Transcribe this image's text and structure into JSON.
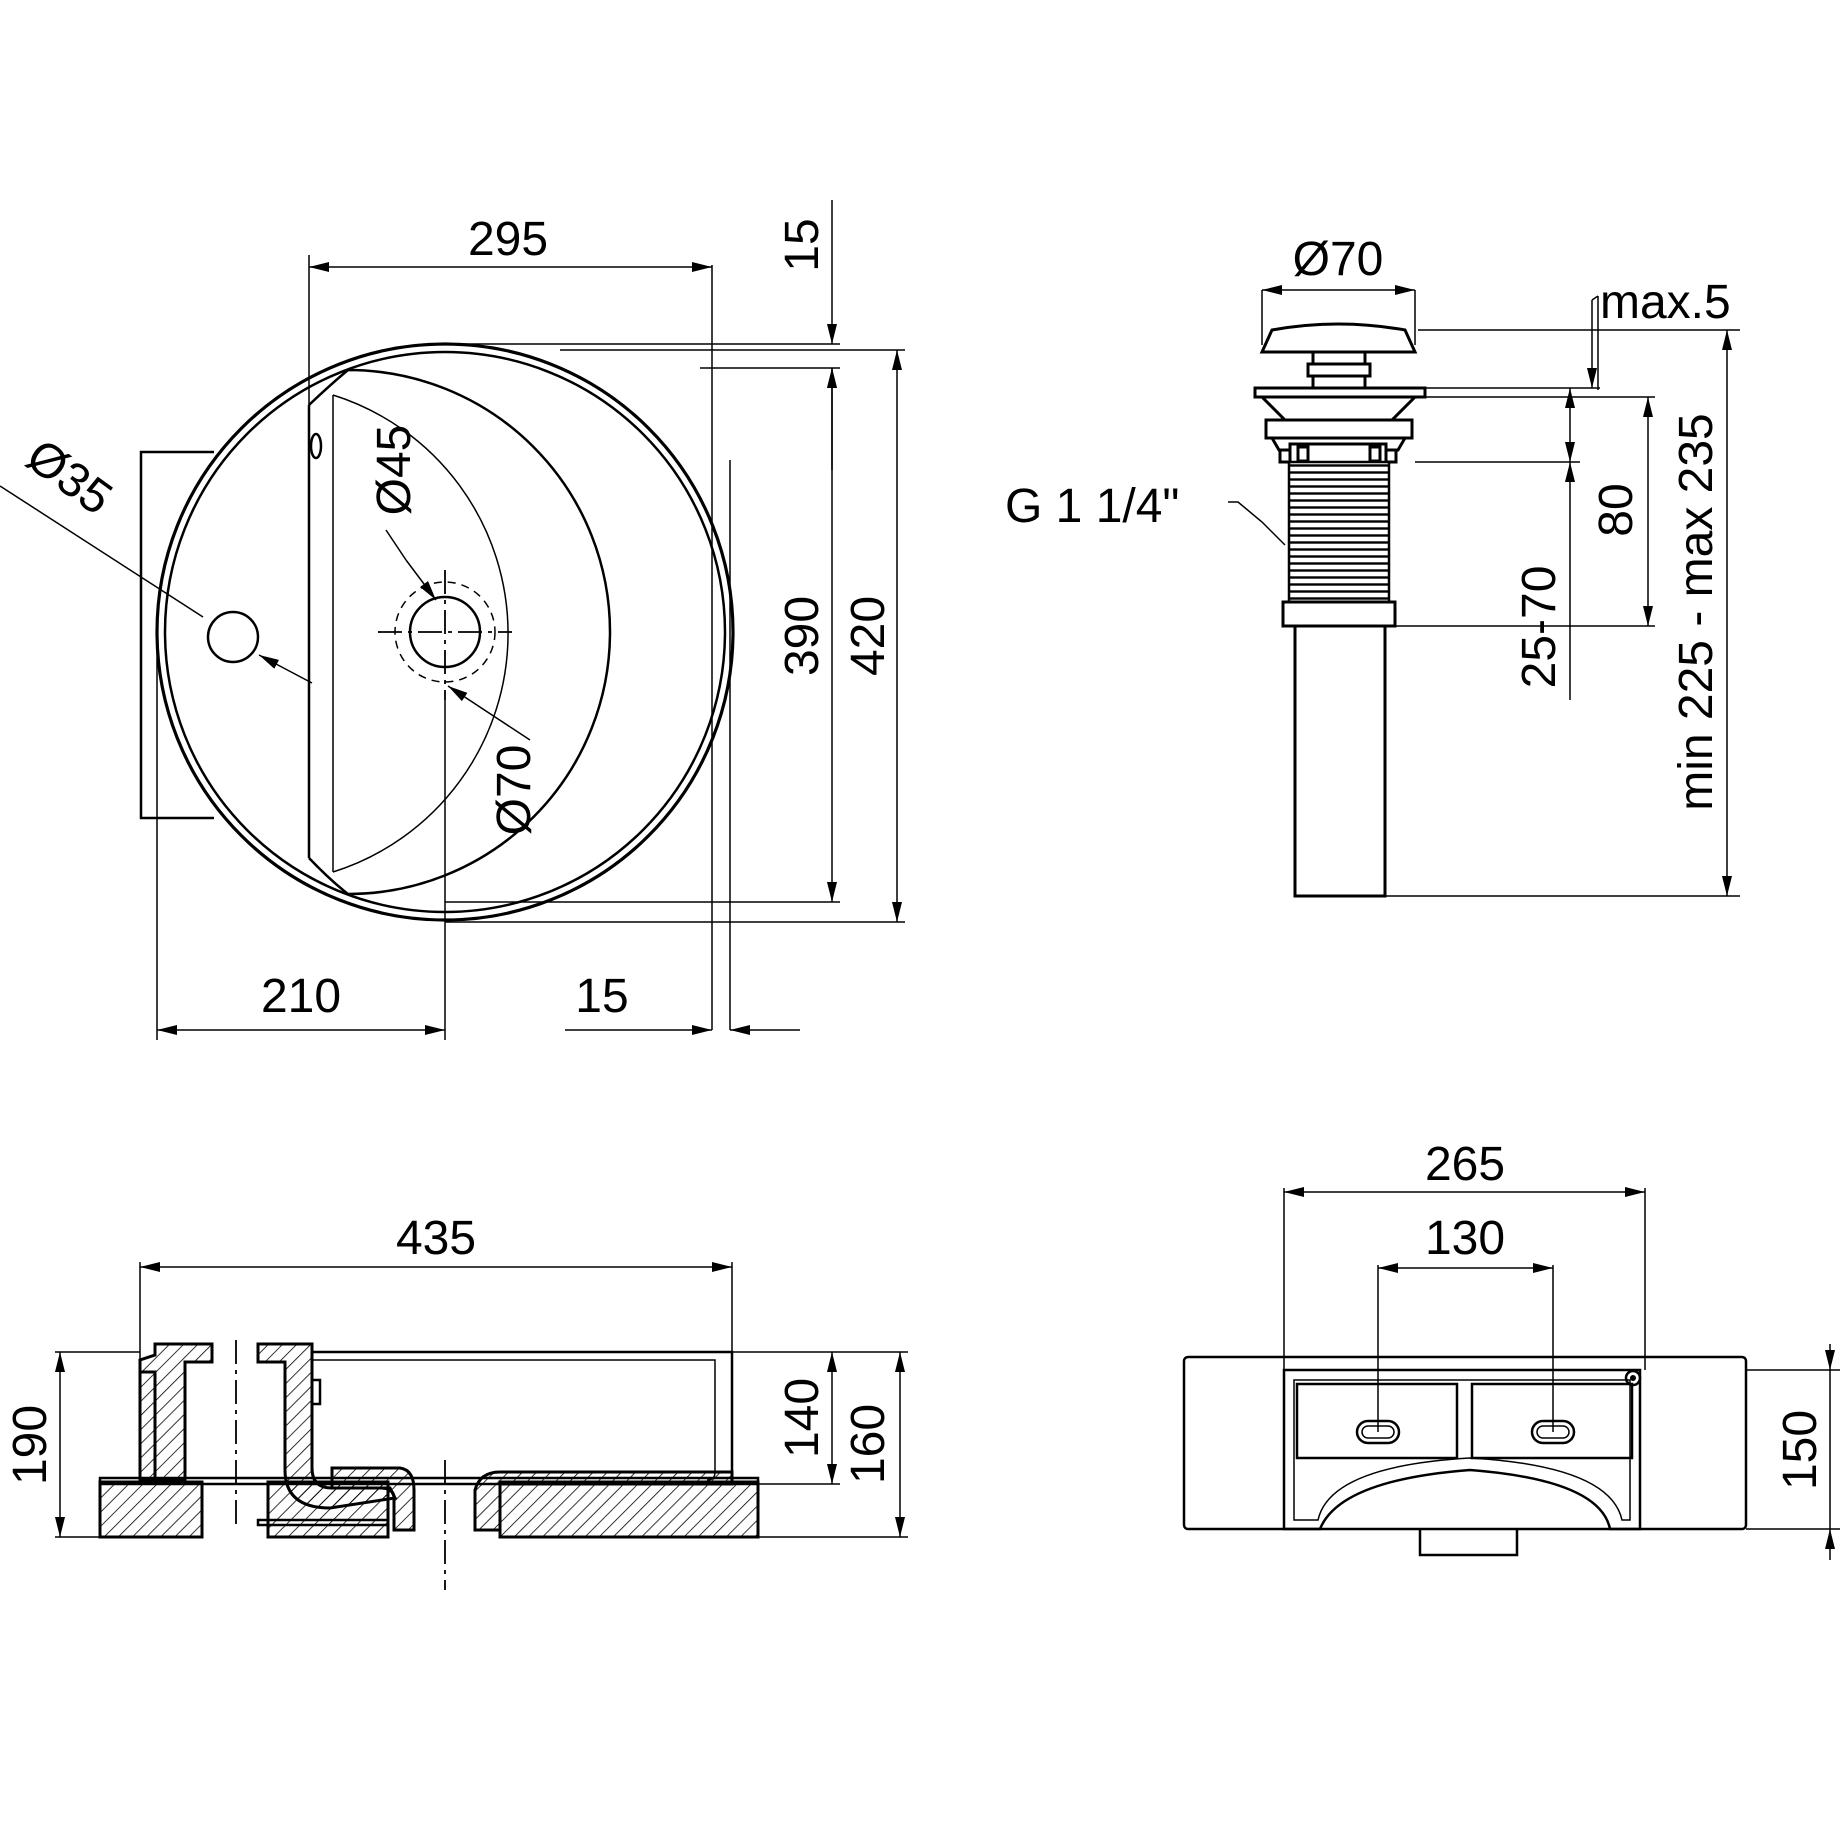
{
  "top_view": {
    "width_295": "295",
    "rim_15": "15",
    "depth_390": "390",
    "depth_420": "420",
    "left_210": "210",
    "right_15": "15",
    "tap_hole": "Ø35",
    "drain_hole": "Ø45",
    "drain_outer": "Ø70"
  },
  "drain_view": {
    "cap_dia": "Ø70",
    "max5": "max.5",
    "thread": "G 1 1/4\"",
    "range_25_70": "25-70",
    "len_80": "80",
    "total": "min 225 - max 235"
  },
  "side_view": {
    "width_435": "435",
    "height_190": "190",
    "h_140": "140",
    "h_160": "160"
  },
  "back_view": {
    "width_265": "265",
    "holes_130": "130",
    "height_150": "150"
  }
}
